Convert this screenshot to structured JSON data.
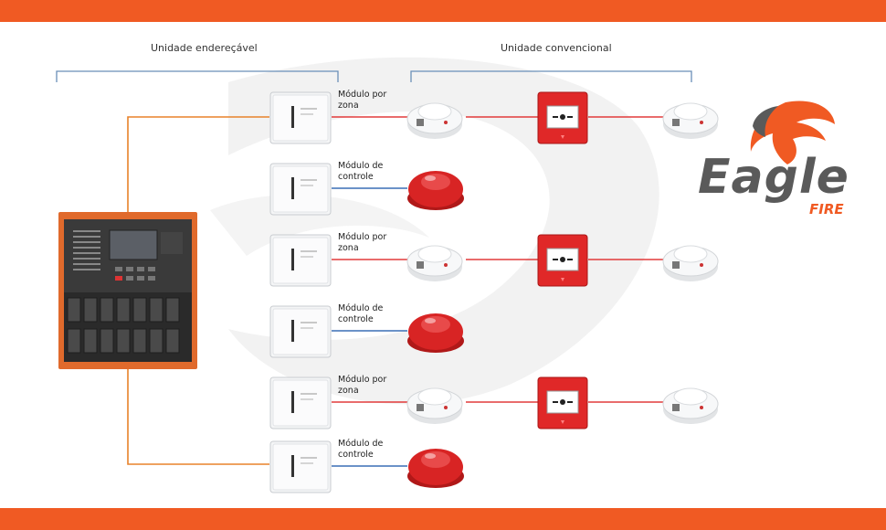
{
  "headers": {
    "addressable": "Unidade endereçável",
    "conventional": "Unidade convencional"
  },
  "rows": [
    {
      "module_line1": "Módulo por",
      "module_line2": "zona",
      "kind": "zone"
    },
    {
      "module_line1": "Módulo de",
      "module_line2": "controle",
      "kind": "control"
    },
    {
      "module_line1": "Módulo por",
      "module_line2": "zona",
      "kind": "zone"
    },
    {
      "module_line1": "Módulo de",
      "module_line2": "controle",
      "kind": "control"
    },
    {
      "module_line1": "Módulo por",
      "module_line2": "zona",
      "kind": "zone"
    },
    {
      "module_line1": "Módulo de",
      "module_line2": "controle",
      "kind": "control"
    }
  ],
  "logo": {
    "word": "Eagle",
    "sub": "FIRE"
  },
  "colors": {
    "brand_orange": "#f05a23",
    "loop_orange": "#e8822a",
    "zone_wire": "#e23b3b",
    "control_wire": "#3a6fb6",
    "logo_gray": "#5a5a5a"
  }
}
